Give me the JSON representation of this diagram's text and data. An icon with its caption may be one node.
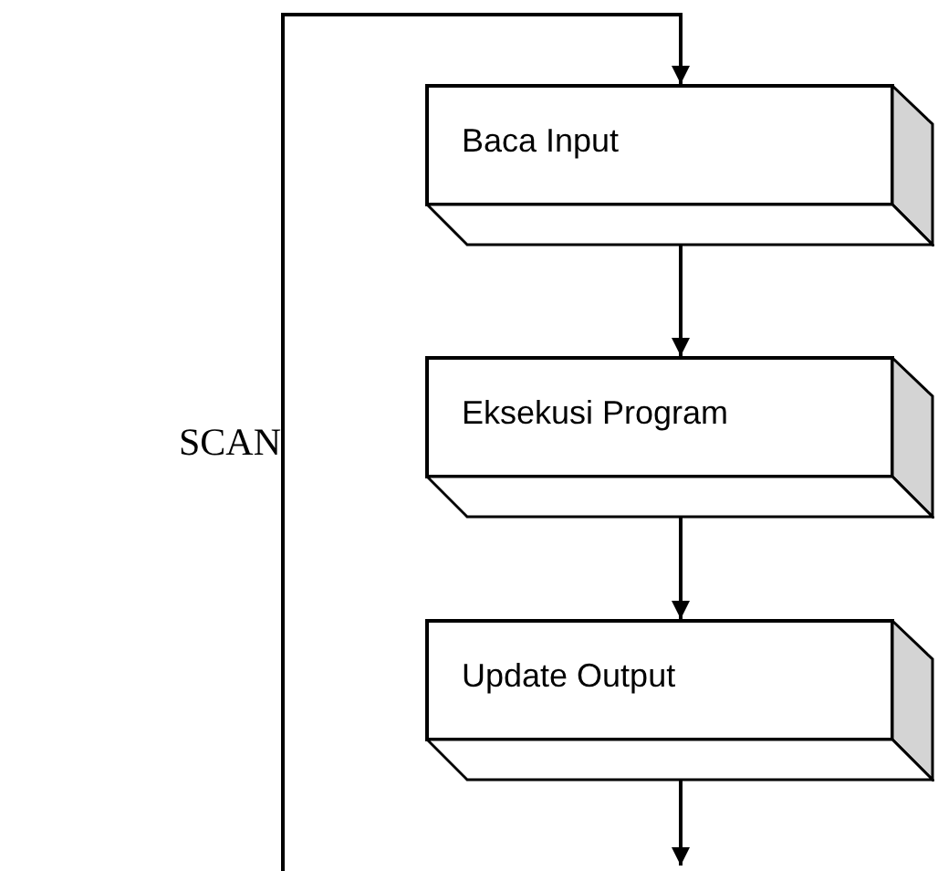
{
  "diagram": {
    "nodes": [
      {
        "text": [
          "Baca Input"
        ]
      },
      {
        "text": [
          "Eksekusi Program"
        ]
      },
      {
        "text": [
          "Update Output"
        ]
      }
    ],
    "edges": [
      {
        "from": null,
        "to": 0,
        "arrow": "to"
      },
      {
        "from": 0,
        "to": 1,
        "arrow": "to"
      },
      {
        "from": 1,
        "to": 2,
        "arrow": "to"
      },
      {
        "from": 2,
        "to": null,
        "arrow": "to"
      }
    ],
    "labels": [
      "SCAN"
    ]
  }
}
